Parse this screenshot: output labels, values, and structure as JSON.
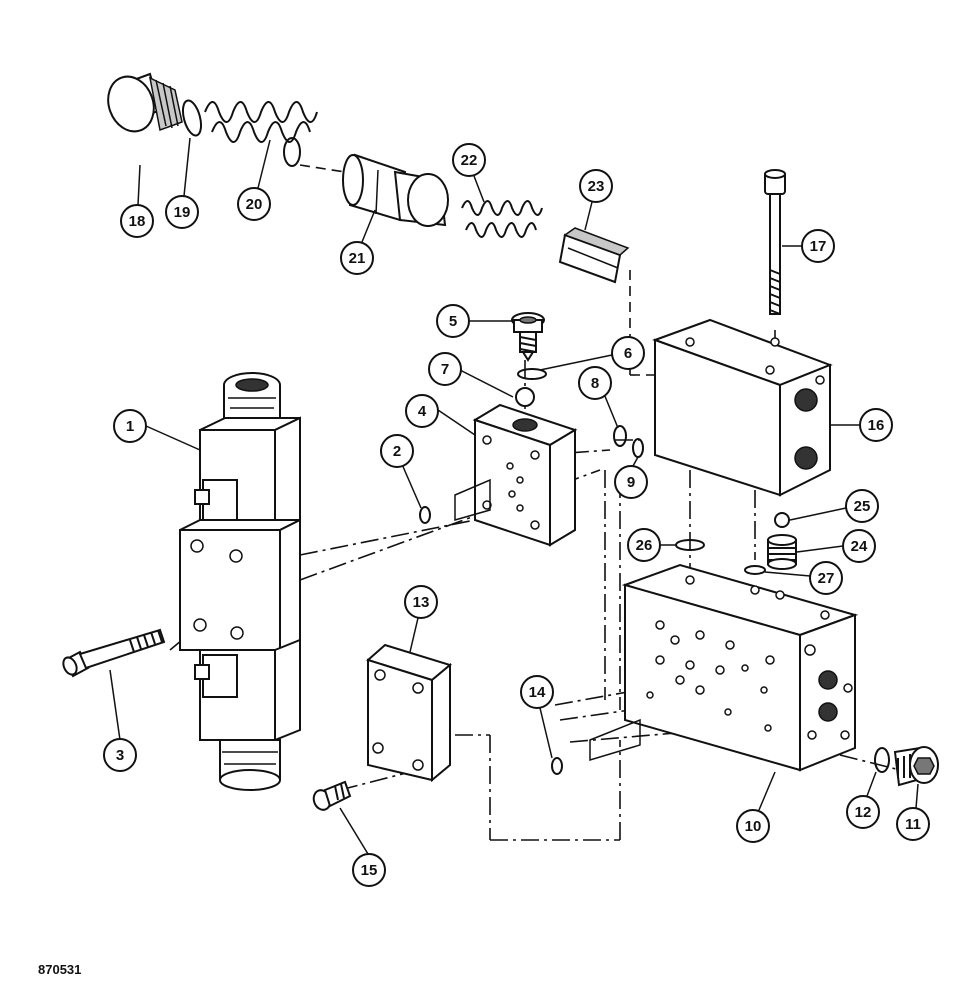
{
  "figure_number": "870531",
  "callouts": [
    {
      "num": "1"
    },
    {
      "num": "2"
    },
    {
      "num": "3"
    },
    {
      "num": "4"
    },
    {
      "num": "5"
    },
    {
      "num": "6"
    },
    {
      "num": "7"
    },
    {
      "num": "8"
    },
    {
      "num": "9"
    },
    {
      "num": "10"
    },
    {
      "num": "11"
    },
    {
      "num": "12"
    },
    {
      "num": "13"
    },
    {
      "num": "14"
    },
    {
      "num": "15"
    },
    {
      "num": "16"
    },
    {
      "num": "17"
    },
    {
      "num": "18"
    },
    {
      "num": "19"
    },
    {
      "num": "20"
    },
    {
      "num": "21"
    },
    {
      "num": "22"
    },
    {
      "num": "23"
    },
    {
      "num": "24"
    },
    {
      "num": "25"
    },
    {
      "num": "26"
    },
    {
      "num": "27"
    }
  ]
}
